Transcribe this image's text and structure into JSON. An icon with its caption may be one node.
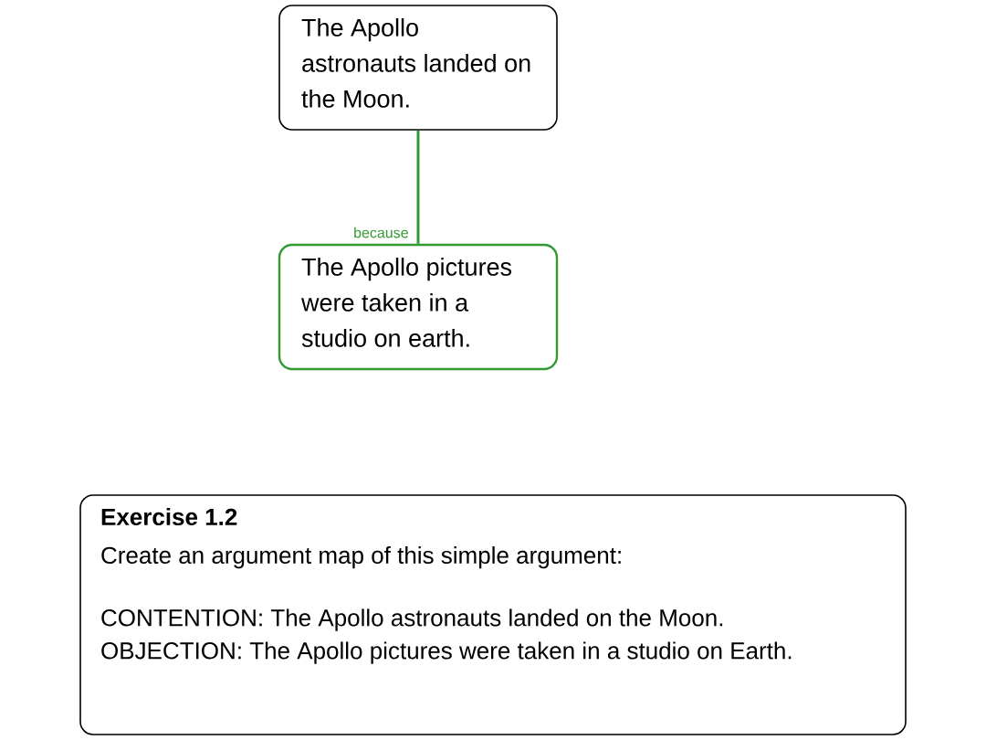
{
  "diagram": {
    "nodes": [
      {
        "text": [
          "The Apollo astronauts landed on the Moon."
        ]
      },
      {
        "text": [
          "The Apollo pictures were taken in a studio on earth."
        ]
      },
      {
        "text": [
          "Exercise 1.2",
          "Create an argument map of this simple argument:",
          "CONTENTION: The Apollo astronauts landed on the Moon.",
          "OBJECTION: The Apollo pictures were taken in a studio on Earth."
        ]
      }
    ],
    "edges": [
      {
        "from": 1,
        "to": 0,
        "arrow": "none",
        "label": "because",
        "color": "#339933"
      }
    ]
  }
}
